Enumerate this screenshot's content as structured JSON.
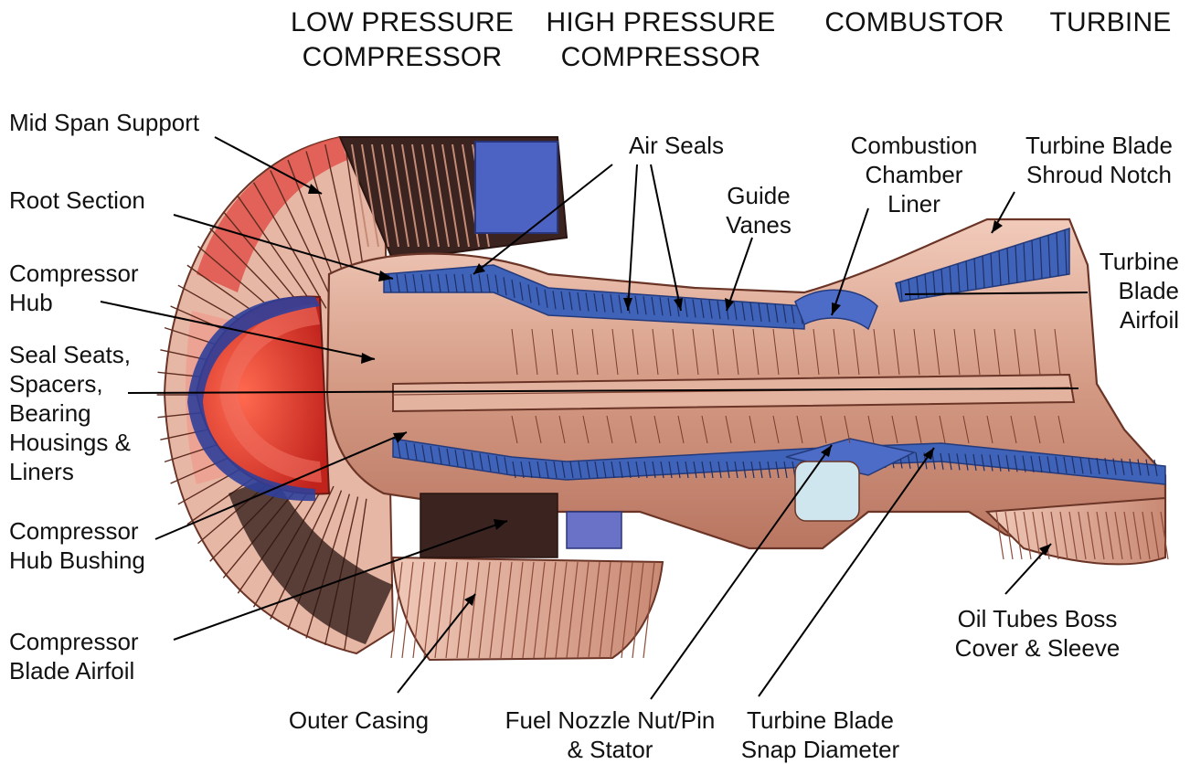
{
  "section_headers": {
    "low_pressure_compressor": [
      "LOW PRESSURE",
      "COMPRESSOR"
    ],
    "high_pressure_compressor": [
      "HIGH PRESSURE",
      "COMPRESSOR"
    ],
    "combustor": [
      "COMBUSTOR"
    ],
    "turbine": [
      "TURBINE"
    ]
  },
  "callouts": {
    "mid_span_support": [
      "Mid Span Support"
    ],
    "root_section": [
      "Root Section"
    ],
    "compressor_hub": [
      "Compressor",
      "Hub"
    ],
    "seal_seats": [
      "Seal Seats,",
      "Spacers,",
      "Bearing",
      "Housings &",
      "Liners"
    ],
    "compressor_hub_bushing": [
      "Compressor",
      "Hub Bushing"
    ],
    "compressor_blade_airfoil": [
      "Compressor",
      "Blade Airfoil"
    ],
    "outer_casing": [
      "Outer Casing"
    ],
    "fuel_nozzle": [
      "Fuel Nozzle Nut/Pin",
      "& Stator"
    ],
    "turbine_blade_snap": [
      "Turbine Blade",
      "Snap Diameter"
    ],
    "air_seals": [
      "Air Seals"
    ],
    "guide_vanes": [
      "Guide",
      "Vanes"
    ],
    "combustion_chamber_liner": [
      "Combustion",
      "Chamber",
      "Liner"
    ],
    "turbine_blade_shroud_notch": [
      "Turbine Blade",
      "Shroud Notch"
    ],
    "turbine_blade_airfoil": [
      "Turbine",
      "Blade",
      "Airfoil"
    ],
    "oil_tubes_boss": [
      "Oil Tubes Boss",
      "Cover & Sleeve"
    ]
  },
  "colors": {
    "metal": "#d9a48f",
    "metal_dark": "#7a3d2c",
    "blade_blue": "#3b5fb0",
    "fan_red": "#d9302a",
    "combustor_light": "#c9e4ee",
    "leader": "#000000"
  }
}
